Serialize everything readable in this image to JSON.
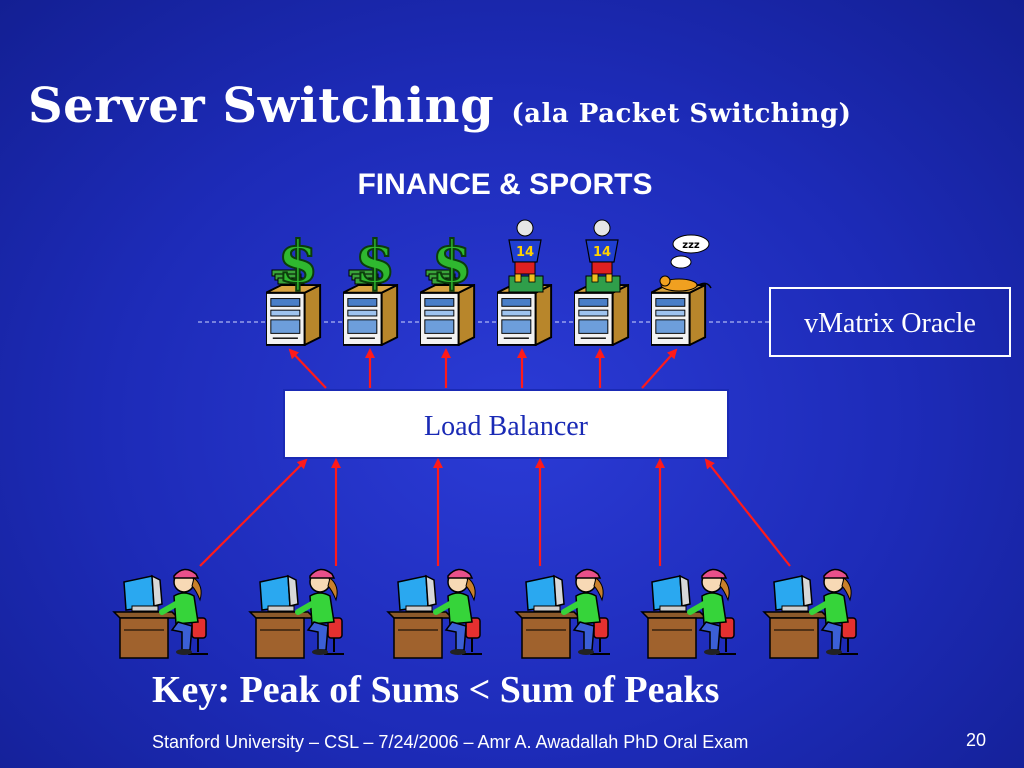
{
  "slide": {
    "title": "Server Switching",
    "title_suffix": "(ala Packet Switching)",
    "subtitle": "FINANCE & SPORTS",
    "key_text": "Key: Peak of Sums < Sum of Peaks",
    "footer": "Stanford University – CSL – 7/24/2006 – Amr A. Awadallah PhD Oral Exam",
    "page_number": "20"
  },
  "diagram": {
    "load_balancer_label": "Load Balancer",
    "oracle_label": "vMatrix Oracle",
    "servers": [
      {
        "role": "finance",
        "icon": "dollar-sign-icon",
        "badge": "$"
      },
      {
        "role": "finance",
        "icon": "dollar-sign-icon",
        "badge": "$"
      },
      {
        "role": "finance",
        "icon": "dollar-sign-icon",
        "badge": "$"
      },
      {
        "role": "sports",
        "icon": "football-player-icon",
        "badge": "14"
      },
      {
        "role": "sports",
        "icon": "football-player-icon",
        "badge": "14"
      },
      {
        "role": "idle",
        "icon": "sleeping-cat-icon",
        "badge": "zzz"
      }
    ],
    "users_count": 6,
    "colors": {
      "background": "#1d2bb8",
      "arrow": "#ff1a1a",
      "dollar": "#2fb82f",
      "box_border": "#1a2ab5",
      "text": "#ffffff"
    }
  }
}
